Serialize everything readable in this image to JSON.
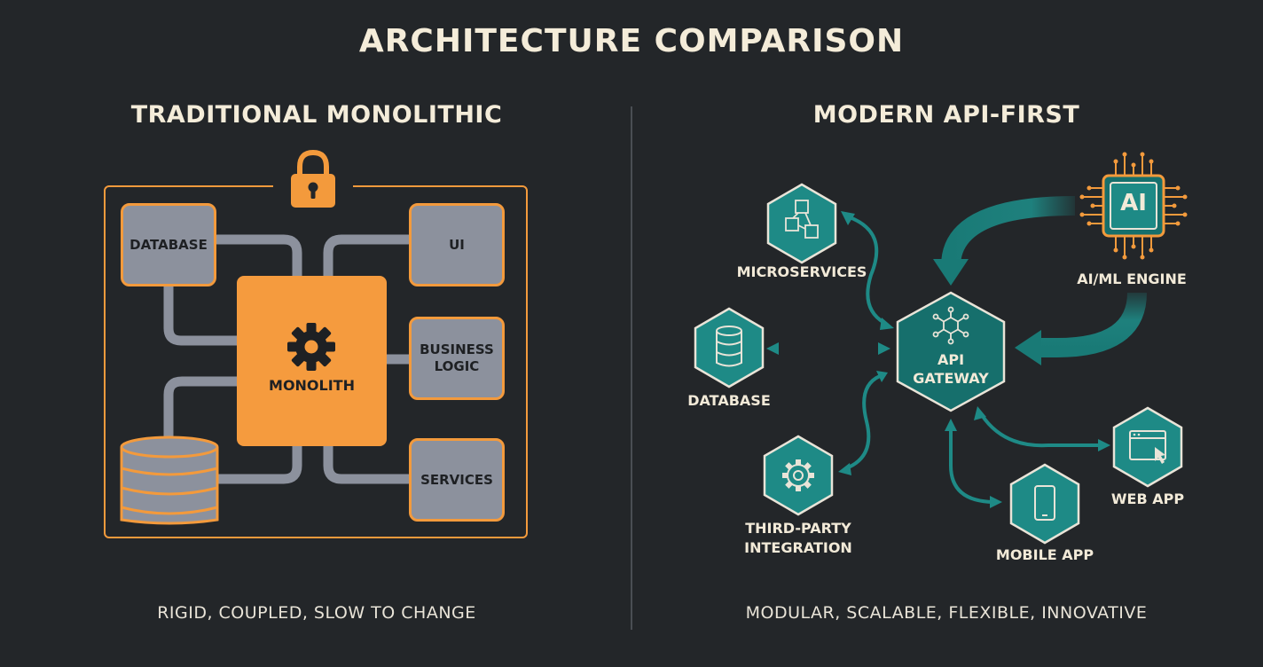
{
  "title": "ARCHITECTURE COMPARISON",
  "left": {
    "heading": "TRADITIONAL MONOLITHIC",
    "caption": "RIGID, COUPLED, SLOW TO CHANGE",
    "boxes": {
      "database": "DATABASE",
      "ui": "UI",
      "business_logic_line1": "BUSINESS",
      "business_logic_line2": "LOGIC",
      "services": "SERVICES"
    },
    "center": "MONOLITH",
    "icons": [
      "lock-icon",
      "gear-icon",
      "database-stack-icon"
    ]
  },
  "right": {
    "heading": "MODERN API-FIRST",
    "caption": "MODULAR, SCALABLE, FLEXIBLE, INNOVATIVE",
    "gateway_line1": "API",
    "gateway_line2": "GATEWAY",
    "nodes": {
      "microservices": "MICROSERVICES",
      "database": "DATABASE",
      "third_party_line1": "THIRD-PARTY",
      "third_party_line2": "INTEGRATION",
      "mobile_app": "MOBILE APP",
      "web_app": "WEB APP",
      "ai_engine": "AI/ML ENGINE",
      "ai_chip_text": "AI"
    },
    "icons": [
      "cubes-icon",
      "database-icon",
      "gear-icon",
      "smartphone-icon",
      "browser-window-icon",
      "ai-chip-icon",
      "network-icon"
    ]
  },
  "colors": {
    "background": "#232629",
    "orange": "#f39a3c",
    "gray_box": "#8c919d",
    "teal": "#1e8a86",
    "teal_dark": "#166f6c",
    "text": "#f2ead8"
  }
}
